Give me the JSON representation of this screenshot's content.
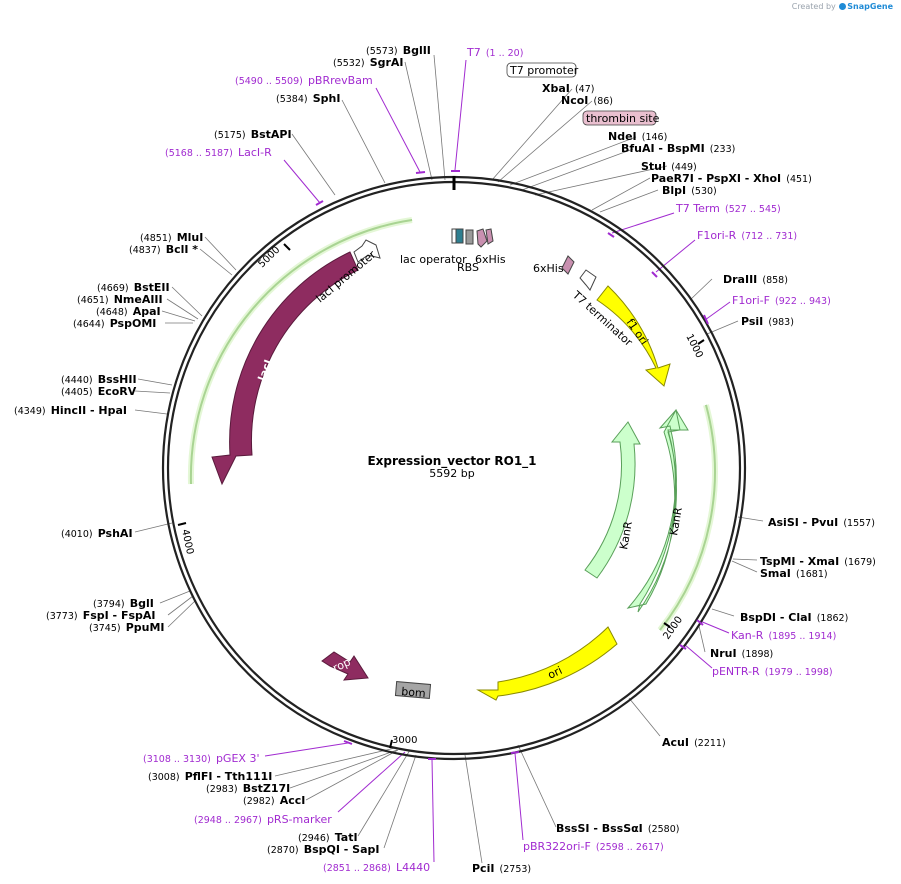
{
  "credit": {
    "prefix": "Created by",
    "brand": "SnapGene"
  },
  "plasmid": {
    "name": "Expression_vector RO1_1",
    "length_label": "5592 bp",
    "length": 5592
  },
  "ticks": [
    "1000",
    "2000",
    "3000",
    "4000",
    "5000"
  ],
  "sites": [
    {
      "name": "BglII",
      "pos": "(5573)"
    },
    {
      "name": "SgrAI",
      "pos": "(5532)"
    },
    {
      "name": "SphI",
      "pos": "(5384)"
    },
    {
      "name": "BstAPI",
      "pos": "(5175)"
    },
    {
      "name": "XbaI",
      "pos": "(47)"
    },
    {
      "name": "NcoI",
      "pos": "(86)"
    },
    {
      "name": "NdeI",
      "pos": "(146)"
    },
    {
      "name": "BfuAI - BspMI",
      "pos": "(233)"
    },
    {
      "name": "StuI",
      "pos": "(449)"
    },
    {
      "name": "PaeR7I - PspXI - XhoI",
      "pos": "(451)"
    },
    {
      "name": "BlpI",
      "pos": "(530)"
    },
    {
      "name": "DraIII",
      "pos": "(858)"
    },
    {
      "name": "PsiI",
      "pos": "(983)"
    },
    {
      "name": "MluI",
      "pos": "(4851)"
    },
    {
      "name": "BclI *",
      "pos": "(4837)"
    },
    {
      "name": "BstEII",
      "pos": "(4669)"
    },
    {
      "name": "NmeAIII",
      "pos": "(4651)"
    },
    {
      "name": "ApaI",
      "pos": "(4648)"
    },
    {
      "name": "PspOMI",
      "pos": "(4644)"
    },
    {
      "name": "BssHII",
      "pos": "(4440)"
    },
    {
      "name": "EcoRV",
      "pos": "(4405)"
    },
    {
      "name": "HincII - HpaI",
      "pos": "(4349)"
    },
    {
      "name": "PshAI",
      "pos": "(4010)"
    },
    {
      "name": "BglI",
      "pos": "(3794)"
    },
    {
      "name": "FspI - FspAI",
      "pos": "(3773)"
    },
    {
      "name": "PpuMI",
      "pos": "(3745)"
    },
    {
      "name": "AsiSI - PvuI",
      "pos": "(1557)"
    },
    {
      "name": "TspMI - XmaI",
      "pos": "(1679)"
    },
    {
      "name": "SmaI",
      "pos": "(1681)"
    },
    {
      "name": "BspDI - ClaI",
      "pos": "(1862)"
    },
    {
      "name": "NruI",
      "pos": "(1898)"
    },
    {
      "name": "AcuI",
      "pos": "(2211)"
    },
    {
      "name": "BssSI - BssSαI",
      "pos": "(2580)"
    },
    {
      "name": "PciI",
      "pos": "(2753)"
    },
    {
      "name": "BspQI - SapI",
      "pos": "(2870)"
    },
    {
      "name": "TatI",
      "pos": "(2946)"
    },
    {
      "name": "AccI",
      "pos": "(2982)"
    },
    {
      "name": "BstZ17I",
      "pos": "(2983)"
    },
    {
      "name": "PflFI - Tth111I",
      "pos": "(3008)"
    }
  ],
  "primers": [
    {
      "name": "T7",
      "range": "(1 .. 20)"
    },
    {
      "name": "pBRrevBam",
      "range": "(5490 .. 5509)"
    },
    {
      "name": "LacI-R",
      "range": "(5168 .. 5187)"
    },
    {
      "name": "T7 Term",
      "range": "(527 .. 545)"
    },
    {
      "name": "F1ori-R",
      "range": "(712 .. 731)"
    },
    {
      "name": "F1ori-F",
      "range": "(922 .. 943)"
    },
    {
      "name": "Kan-R",
      "range": "(1895 .. 1914)"
    },
    {
      "name": "pENTR-R",
      "range": "(1979 .. 1998)"
    },
    {
      "name": "pBR322ori-F",
      "range": "(2598 .. 2617)"
    },
    {
      "name": "L4440",
      "range": "(2851 .. 2868)"
    },
    {
      "name": "pRS-marker",
      "range": "(2948 .. 2967)"
    },
    {
      "name": "pGEX 3'",
      "range": "(3108 .. 3130)"
    }
  ],
  "features": {
    "t7_promoter": "T7 promoter",
    "thrombin_site": "thrombin site",
    "lac_operator": "lac operator",
    "rbs": "RBS",
    "his_tag_1": "6xHis",
    "his_tag_2": "6xHis",
    "t7_terminator": "T7 terminator",
    "f1_ori": "f1 ori",
    "laci": "lacI",
    "laci_promoter": "lacI promoter",
    "kanr_1": "KanR",
    "kanr_2": "KanR",
    "ori": "ori",
    "rop": "rop",
    "bom": "bom"
  },
  "colors": {
    "backbone": "#222222",
    "laci": "#8e2c60",
    "ori": "#ffff00",
    "kanr": "#ccffcc",
    "primer": "#a12bd0",
    "thrombin": "#e9bfcf",
    "lac_operator": "#2e7e8f",
    "rbs": "#9a9a9a",
    "his": "#c990b0",
    "orf_outline": "#3a8a1f"
  }
}
